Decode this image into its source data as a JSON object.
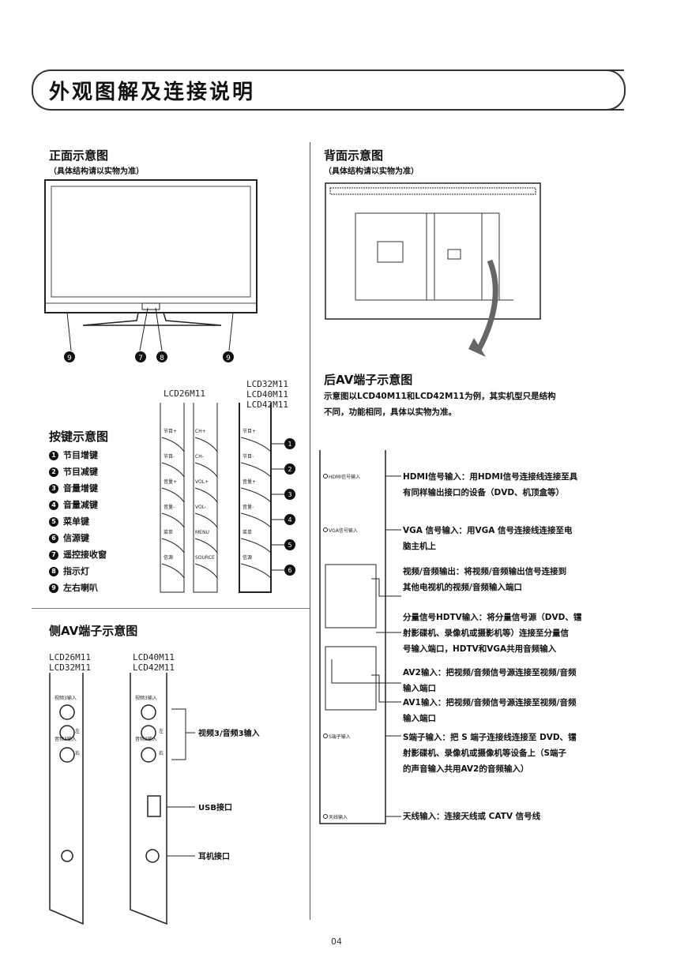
{
  "header": {
    "title": "外观图解及连接说明"
  },
  "front": {
    "title": "正面示意图",
    "note": "（具体结构请以实物为准）",
    "callouts": [
      "9",
      "7",
      "8",
      "9"
    ]
  },
  "back": {
    "title": "背面示意图",
    "note": "（具体结构请以实物为准）"
  },
  "rear_av": {
    "title": "后AV端子示意图",
    "desc_line1": "示意图以LCD40M11和LCD42M11为例，其实机型只是结构",
    "desc_line2": "不同，功能相同，具体以实物为准。"
  },
  "models": {
    "small": "LCD26M11",
    "large1": "LCD32M11",
    "large2": "LCD40M11",
    "large3": "LCD42M11"
  },
  "keys": {
    "title": "按键示意图",
    "items": [
      {
        "num": "1",
        "label": "节目增键"
      },
      {
        "num": "2",
        "label": "节目减键"
      },
      {
        "num": "3",
        "label": "音量增键"
      },
      {
        "num": "4",
        "label": "音量减键"
      },
      {
        "num": "5",
        "label": "菜单键"
      },
      {
        "num": "6",
        "label": "信源键"
      },
      {
        "num": "7",
        "label": "遥控接收窗"
      },
      {
        "num": "8",
        "label": "指示灯"
      },
      {
        "num": "9",
        "label": "左右喇叭"
      }
    ],
    "panel_a": [
      "节目+",
      "节目-",
      "音量+",
      "音量-",
      "菜单",
      "信源"
    ],
    "panel_b": [
      "CH+",
      "CH-",
      "VOL+",
      "VOL-",
      "MENU",
      "SOURCE"
    ],
    "panel_c": [
      "节目+",
      "节目-",
      "音量+",
      "音量-",
      "菜单",
      "信源"
    ]
  },
  "side_av": {
    "title": "侧AV端子示意图",
    "models_a": [
      "LCD26M11",
      "LCD32M11"
    ],
    "models_b": [
      "LCD40M11",
      "LCD42M11"
    ],
    "port_video": "视频3输入",
    "port_audio": "音频3输入",
    "left_ch": "左",
    "right_ch": "右",
    "label_av3": "视频3/音频3输入",
    "label_usb": "USB接口",
    "label_phone": "耳机接口"
  },
  "rear_ports": [
    {
      "tag": "HDMI信号输入",
      "line1": "HDMI信号输入：用HDMI信号连接线连接至具",
      "line2": "有同样输出接口的设备（DVD、机顶盒等）"
    },
    {
      "tag": "VGA信号输入",
      "line1": "VGA 信号输入：用VGA 信号连接线连接至电",
      "line2": "脑主机上"
    },
    {
      "tag": "",
      "line1": "视频/音频输出：将视频/音频输出信号连接到",
      "line2": "其他电视机的视频/音频输入端口"
    },
    {
      "tag": "",
      "line1": "分量信号HDTV输入：将分量信号源（DVD、镭",
      "line2": "射影碟机、录像机或摄影机等）连接至分量信",
      "line3": "号输入端口，HDTV和VGA共用音频输入"
    },
    {
      "tag": "",
      "line1": "AV2输入：把视频/音频信号源连接至视频/音频",
      "line2": "输入端口"
    },
    {
      "tag": "",
      "line1": "AV1输入：把视频/音频信号源连接至视频/音频",
      "line2": "输入端口"
    },
    {
      "tag": "S端子输入",
      "line1": "S端子输入：把 S 端子连接线连接至 DVD、镭",
      "line2": "射影碟机、录像机或摄像机等设备上（S端子",
      "line3": "的声音输入共用AV2的音频输入）"
    },
    {
      "tag": "天线输入",
      "line1": "天线输入：连接天线或 CATV 信号线"
    }
  ],
  "page_number": "04"
}
